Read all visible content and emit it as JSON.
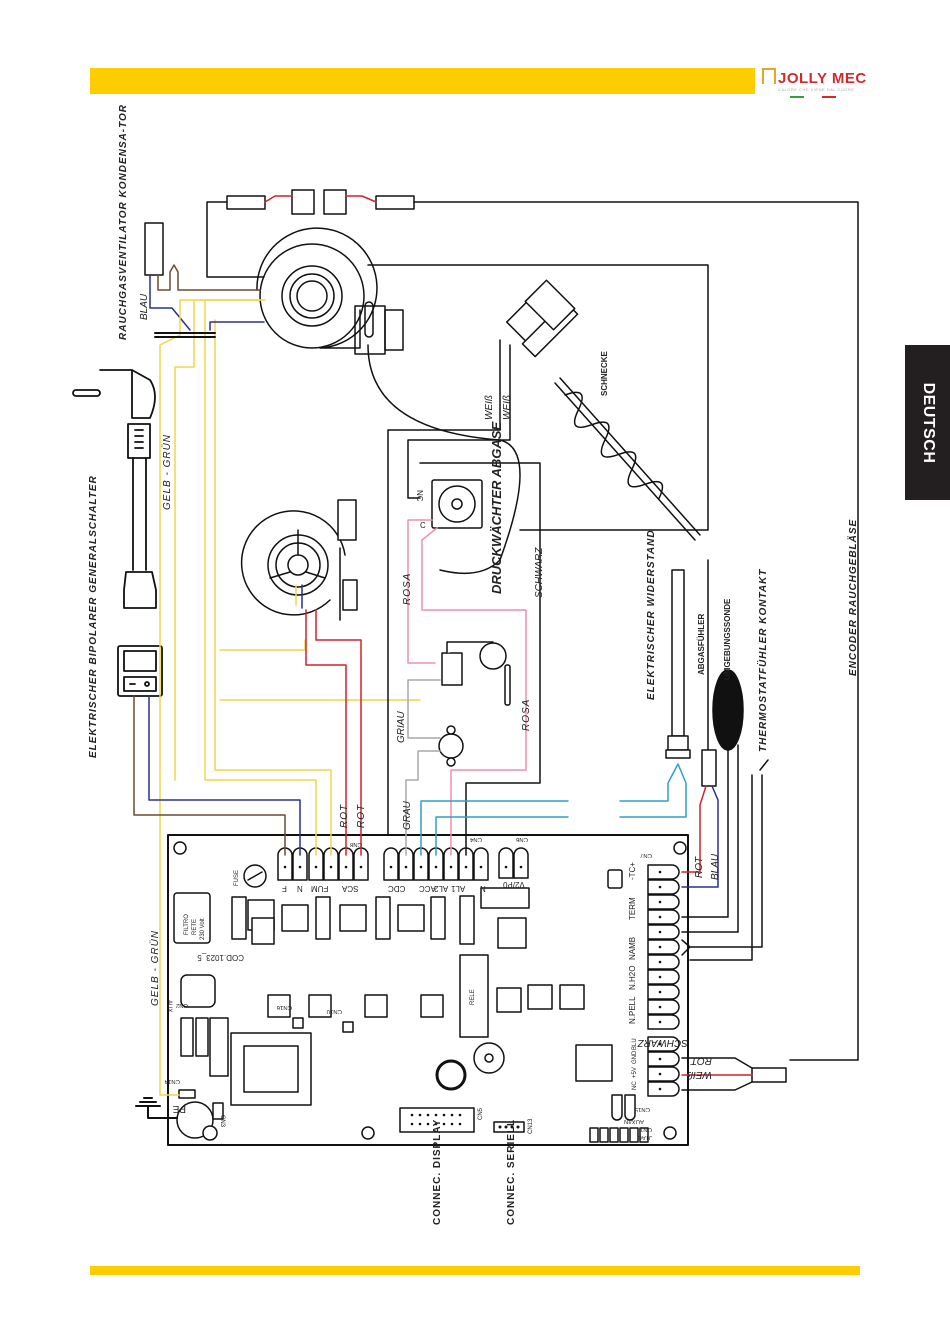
{
  "header": {
    "brand": "JOLLY MEC",
    "brand_tagline": "CALORE CHE VIENE DAL CUORE"
  },
  "language_tab": "DEUTSCH",
  "components": {
    "flue_fan_capacitor": "RAUCHGASVENTILATOR KONDENSA-TOR",
    "main_switch": "ELEKTRISCHER BIPOLARER GENERALSCHALTER",
    "pressure_switch": "DRUCKWÄCHTER ABGASE",
    "auger": "SCHNECKE",
    "heater": "ELEKTRISCHER WIDERSTAND",
    "flue_probe": "ABGASFÜHLER",
    "ambient_probe": "UMGEBUNGSSONDE",
    "thermostat": "THERMOSTATFÜHLER KONTAKT",
    "encoder": "ENCODER RAUCHGEBLÄSE",
    "display_connector": "CONNEC. DISPLAY",
    "serial_connector": "CONNEC. SERIELL"
  },
  "wire_labels": {
    "blau_fan": "BLAU",
    "gelb_gruen_plug": "GELB - GRÜN",
    "gelb_gruen_board": "GELB - GRÜN",
    "weiss_1": "WEIß",
    "weiss_2": "WEIß",
    "nc": "NC",
    "c": "C",
    "rosa_1": "ROSA",
    "rosa_2": "ROSA",
    "schwarz_ps": "SCHWARZ",
    "griau": "GRIAU",
    "grau": "GRAU",
    "rot_1": "ROT",
    "rot_2": "ROT",
    "rot_tc": "ROT",
    "blau_tc": "BLAU",
    "schwarz_enc": "SCHWARZ",
    "rot_enc": "ROT",
    "weiss_enc": "WEIß"
  },
  "board": {
    "code": "COD.1023_5",
    "fuse": "FUSE",
    "filter": [
      "FILTRO",
      "RETE",
      "230 Volt"
    ],
    "aux": "AUX",
    "rele": "RELE",
    "pe": "PE",
    "connectors": {
      "cn8": "CN8",
      "cn4": "CN4",
      "cn6": "CN6",
      "cn7": "CN7",
      "cn2": "CN2",
      "cn5": "CN5",
      "cn13": "CN13",
      "cn15": "CN15",
      "cn1": "CN1",
      "cn14": "CN14",
      "cn16": "CN16",
      "cn10": "CN10",
      "cn3": "CN3"
    },
    "top_pins_left": [
      "F",
      "N",
      "FUM",
      "",
      "SCA",
      ""
    ],
    "top_pins_right": [
      "CDC",
      "",
      "ACC",
      "AL2",
      "AL1",
      "N"
    ],
    "top_pins_cn6": "V2/P0",
    "side_pins": [
      "TC+",
      "TC-",
      "TERM",
      "",
      "NAMB",
      "",
      "N.H2O",
      "",
      "N.PELL",
      "",
      "BLU",
      "GND",
      "+5V",
      "NC"
    ],
    "side_group_labels": [
      "-TC+",
      "TERM",
      "NAMB",
      "N.H2O",
      "N.PELL",
      "BLU",
      "GND",
      "+5V",
      "NC"
    ],
    "aux_in": "AUX/IN",
    "jtag": "JTAG"
  },
  "colors": {
    "accent_yellow": "#fecd00",
    "wire_brown": "#6b4a2e",
    "wire_blue": "#2b2f8f",
    "wire_yellow": "#f2d64a",
    "wire_red": "#d0242a",
    "wire_pink": "#ef8fb0",
    "wire_grey": "#a8a8a8",
    "wire_cyan": "#2f9fc9"
  }
}
